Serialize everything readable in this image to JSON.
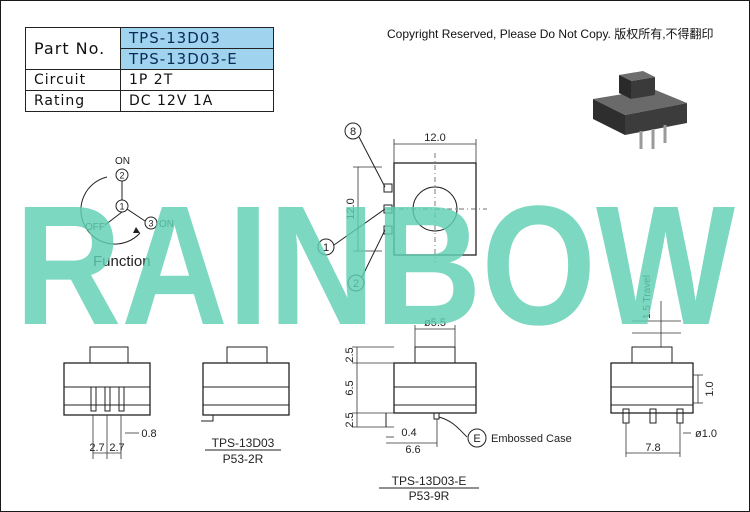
{
  "spec_table": {
    "part_label": "Part No.",
    "part_numbers": [
      "TPS-13D03",
      "TPS-13D03-E"
    ],
    "circuit_label": "Circuit",
    "circuit_value": "1P 2T",
    "rating_label": "Rating",
    "rating_value": "DC 12V 1A"
  },
  "copyright": "Copyright Reserved, Please Do Not Copy. 版权所有,不得翻印",
  "watermark": "RAINBOW",
  "function_diagram": {
    "title": "Function",
    "on_label": "ON",
    "off_label": "OFF",
    "on3_label": "ON",
    "terminals": [
      "1",
      "2",
      "3"
    ]
  },
  "top_view": {
    "width_dim": "12.0",
    "height_dim": "12.0",
    "callouts": [
      "8",
      "1",
      "2"
    ]
  },
  "pcb_view": {
    "dims": [
      "2.7",
      "2.7",
      "0.8"
    ]
  },
  "side_2r": {
    "model": "TPS-13D03",
    "code": "P53-2R"
  },
  "side_e": {
    "cap_dia": "ø5.5",
    "dims_left": [
      "2.5",
      "6.5",
      "2.5"
    ],
    "dim_04": "0.4",
    "dim_66": "6.6",
    "embossed_marker": "E",
    "embossed": "Embossed Case",
    "model": "TPS-13D03-E",
    "code": "P53-9R"
  },
  "travel_view": {
    "travel": "1.5 Travel",
    "dim_10": "1.0",
    "dim_pin": "ø1.0",
    "dim_78": "7.8"
  },
  "colors": {
    "watermark": "#5fd0b2",
    "table_highlight": "#9fd3ee"
  }
}
